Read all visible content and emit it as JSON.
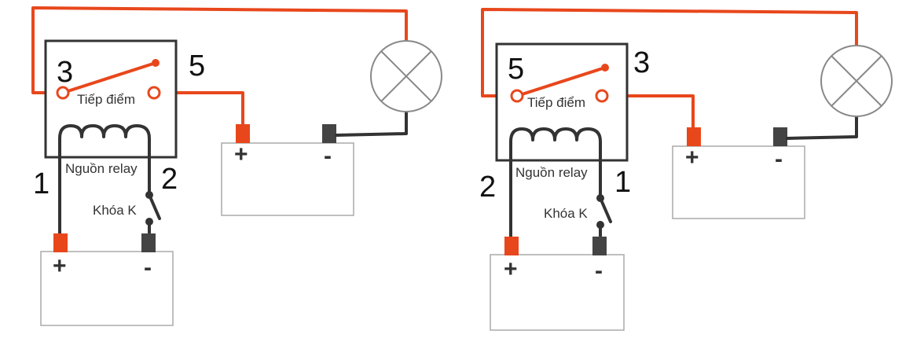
{
  "diagrams": [
    {
      "contact_label": "Tiếp điểm",
      "coil_label": "Nguồn relay",
      "switch_label": "Khóa K",
      "pin_top_left": "3",
      "pin_top_right": "5",
      "pin_coil_left": "1",
      "pin_coil_right": "2",
      "battery_small": {
        "plus": "+",
        "minus": "-"
      },
      "battery_large": {
        "plus": "+",
        "minus": "-"
      }
    },
    {
      "contact_label": "Tiếp điểm",
      "coil_label": "Nguồn relay",
      "switch_label": "Khóa K",
      "pin_top_left": "5",
      "pin_top_right": "3",
      "pin_coil_left": "2",
      "pin_coil_right": "1",
      "battery_small": {
        "plus": "+",
        "minus": "-"
      },
      "battery_large": {
        "plus": "+",
        "minus": "-"
      }
    }
  ],
  "colors": {
    "wire_red": "#e8471c",
    "wire_dark": "#333333",
    "terminal_red": "#e8471c",
    "terminal_dark": "#444444"
  },
  "icons": [
    "lamp-icon",
    "coil-icon",
    "switch-icon",
    "battery-icon"
  ]
}
